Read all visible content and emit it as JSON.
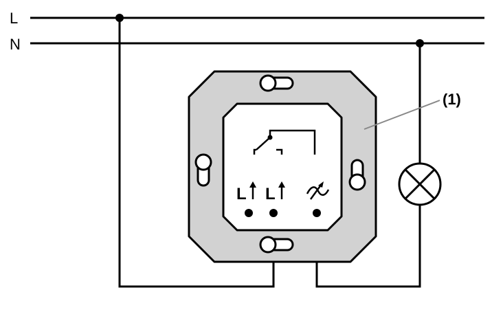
{
  "diagram": {
    "line_labels": {
      "live": "L",
      "neutral": "N"
    },
    "callout_label": "(1)",
    "terminal_labels": [
      "L",
      "L"
    ],
    "icons": [
      "terminal-arrow-up-icon",
      "dimmer-symbol-icon",
      "switch-contact-symbol-icon",
      "lamp-symbol-icon",
      "keyhole-icon"
    ],
    "colors": {
      "wire": "#000000",
      "frame_outer": "#d2d2d2",
      "frame_inner": "#ffffff",
      "callout_line": "#888888"
    }
  }
}
